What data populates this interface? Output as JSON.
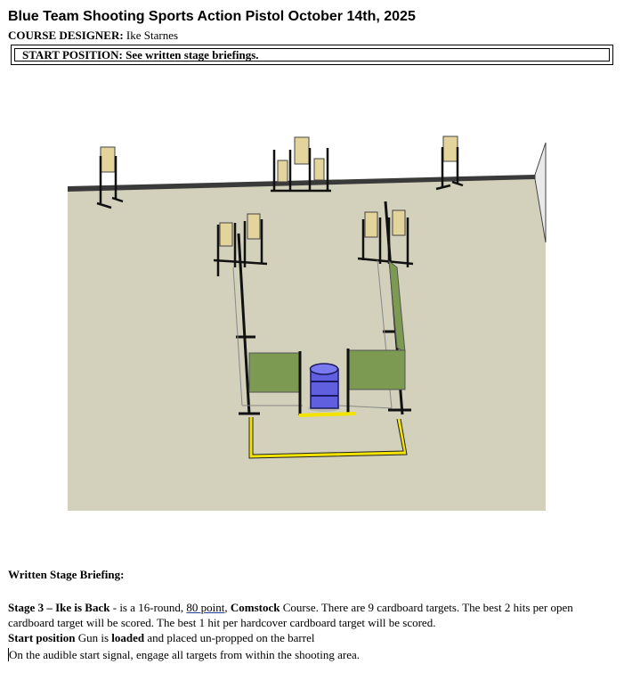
{
  "header": {
    "title": "Blue Team Shooting Sports Action Pistol October 14th, 2025",
    "designer_label": "COURSE DESIGNER:",
    "designer_name": "Ike Starnes",
    "start_position_label": "START POSITION: See written stage briefings."
  },
  "briefing": {
    "heading": "Written Stage Briefing:",
    "stage_name": "Stage 3 – Ike is Back",
    "intro": " - is a 16-round, ",
    "points": "80 point",
    "comma": ", ",
    "course_type": "Comstock",
    "line1_rest": " Course. There are 9 cardboard targets. The best 2 hits per open",
    "line2": "cardboard target will be scored. The best 1 hit per hardcover cardboard target will be scored.",
    "start_label": "Start position",
    "start_text_a": " Gun is ",
    "start_loaded": "loaded",
    "start_text_b": " and placed un-propped on the barrel",
    "signal_text": "On the audible start signal, engage all targets from within the shooting area."
  },
  "colors": {
    "floor": "#d3d1bb",
    "wall": "#3a3a3a",
    "target": "#e3d49c",
    "wall_panel": "#7c9a52",
    "barrel": "#5f5fe0",
    "fault_line": "#f2e300"
  },
  "icons": {
    "targets": "cardboard-target-icon",
    "barrel": "barrel-icon"
  }
}
